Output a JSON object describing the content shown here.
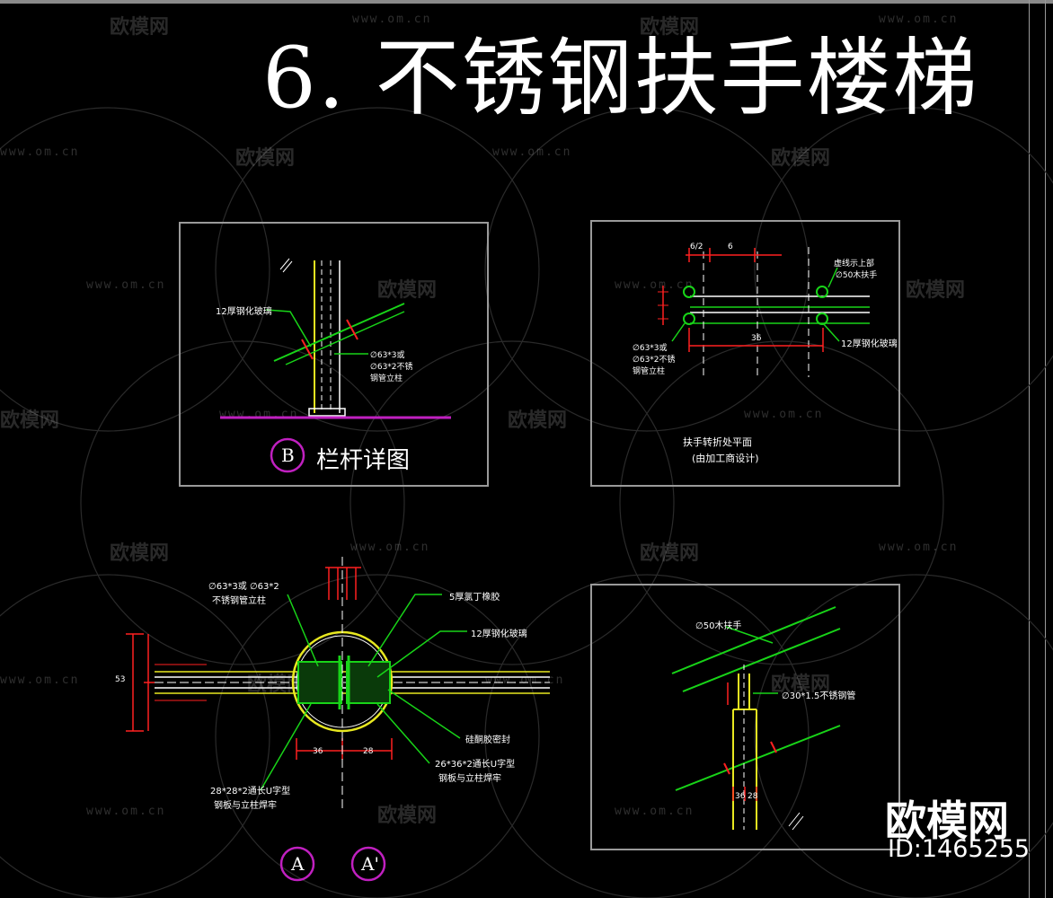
{
  "title": "6. 不锈钢扶手楼梯",
  "watermark": {
    "brand": "欧模网",
    "url": "www.om.cn"
  },
  "logo": {
    "brand": "欧模网",
    "id": "ID:1465255"
  },
  "detail_b": {
    "label_glass": "12厚钢化玻璃",
    "label_post_1": "∅63*3或",
    "label_post_2": "∅63*2不锈",
    "label_post_3": "钢管立柱",
    "symbol": "B",
    "caption": "栏杆详图"
  },
  "detail_plan": {
    "dim_top_1": "6/2",
    "dim_top_2": "6",
    "dim_bottom": "36",
    "label_top_1": "虚线示上部",
    "label_top_2": "∅50木扶手",
    "label_left_1": "∅63*3或",
    "label_left_2": "∅63*2不锈",
    "label_left_3": "钢管立柱",
    "label_glass": "12厚钢化玻璃",
    "caption_1": "扶手转折处平面",
    "caption_2": "(由加工商设计)"
  },
  "detail_a": {
    "label_post_1": "∅63*3或 ∅63*2",
    "label_post_2": "不锈钢管立柱",
    "label_rubber": "5厚氯丁橡胶",
    "label_glass": "12厚钢化玻璃",
    "label_sealant": "硅酮胶密封",
    "label_bracket_1": "26*36*2通长U字型",
    "label_bracket_2": "钢板与立柱焊牢",
    "label_left_1": "28*28*2通长U字型",
    "label_left_2": "钢板与立柱焊牢",
    "dim_bottom_1": "36",
    "dim_bottom_2": "28",
    "dim_side": "53",
    "symbol_a": "A",
    "symbol_a2": "A'"
  },
  "detail_rail": {
    "label_handrail": "∅50木扶手",
    "label_tube": "∅30*1.5不锈钢管",
    "dim_1": "36",
    "dim_2": "28"
  },
  "colors": {
    "line_green": "#18d418",
    "line_white": "#ffffff",
    "line_red": "#ff2020",
    "line_yellow": "#e8e820",
    "line_magenta": "#c020c0",
    "panel_border": "#9a9a9a"
  }
}
